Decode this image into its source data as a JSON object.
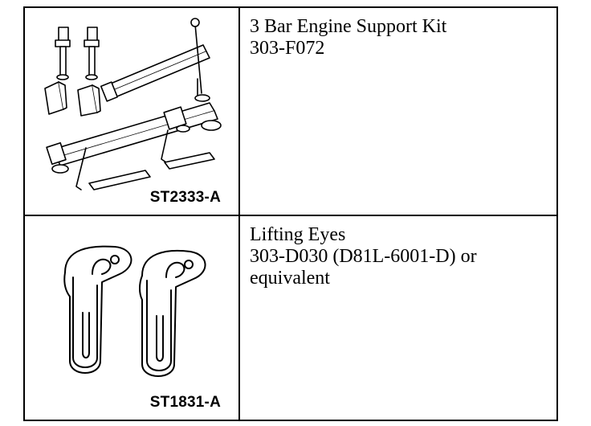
{
  "tools": [
    {
      "image_code": "ST2333-A",
      "image_icon": "engine-support-kit-illustration",
      "lines": [
        "3 Bar Engine Support Kit",
        "303-F072"
      ]
    },
    {
      "image_code": "ST1831-A",
      "image_icon": "lifting-eyes-illustration",
      "lines": [
        "Lifting Eyes",
        "303-D030 (D81L-6001-D) or",
        "equivalent"
      ]
    }
  ]
}
